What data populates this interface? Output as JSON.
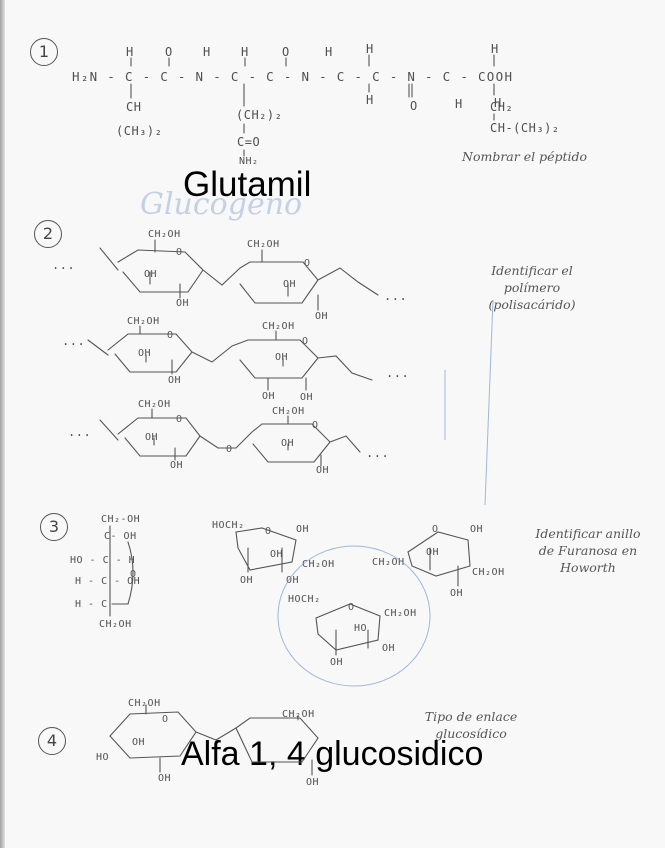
{
  "numbers": [
    "1",
    "2",
    "3",
    "4"
  ],
  "q1": {
    "h_row": [
      "H",
      "O",
      "H",
      "H",
      "O",
      "H",
      "H",
      "H"
    ],
    "backbone": "H₂N - C - C - N - C - C - N - C - C - N - C - COOH",
    "below_main": [
      "H",
      "H",
      "O",
      "H"
    ],
    "side1": [
      "CH",
      "(CH₃)₂"
    ],
    "side2": [
      "(CH₂)₂",
      "C=O",
      "NH₂"
    ],
    "side4": [
      "CH₂",
      "CH-(CH₃)₂"
    ],
    "note": "Nombrar el péptido"
  },
  "answer1": "Glutamil",
  "sketch_word": "Glucogeno",
  "q2": {
    "ch2oh": "CH₂OH",
    "oh": "OH",
    "ellipsis": "...",
    "note": "Identificar el polímero (polisacárido)"
  },
  "q3": {
    "fischer": [
      "CH₂-OH",
      "C- OH",
      "HO - C - H",
      "H - C - OH",
      "H - C",
      "CH₂OH"
    ],
    "hoch2": "HOCH₂",
    "ch2oh": "CH₂OH",
    "oh": "OH",
    "ho": "HO",
    "note": "Identificar anillo de Furanosa en Howorth"
  },
  "q4": {
    "ch2oh": "CH₂OH",
    "oh": "OH",
    "ho": "HO",
    "note": "Tipo de enlace glucosídico"
  },
  "answer4": "Alfa 1, 4 glucosidico"
}
